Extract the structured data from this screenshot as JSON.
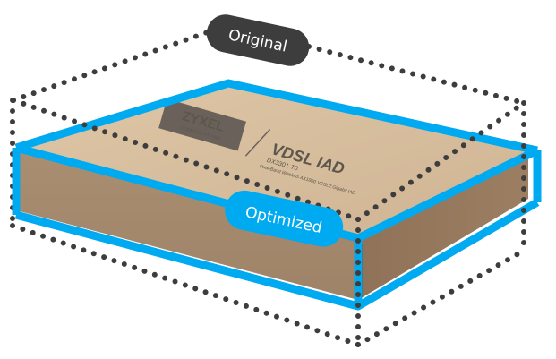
{
  "labels": {
    "original": "Original",
    "optimized": "Optimized"
  },
  "box_print": {
    "brand": "ZYXEL",
    "brand_sub": "COMMUNICATIONS",
    "product": "VDSL IAD",
    "model": "DX3301-T0",
    "description": "Dual-Band Wireless AX1800 VDSL2 Gigabit IAD"
  },
  "colors": {
    "optimized_outline": "#00aaf0",
    "original_outline": "#3d3d3d",
    "original_pill": "#3d3d3d",
    "cardboard_top": "#d6bd9c",
    "cardboard_side": "#a88d70",
    "cardboard_right": "#97795c",
    "logo_block": "#6a625a"
  },
  "icons": {
    "original_outline": "dotted-box-outline-icon",
    "optimized_outline": "solid-box-outline-icon"
  }
}
